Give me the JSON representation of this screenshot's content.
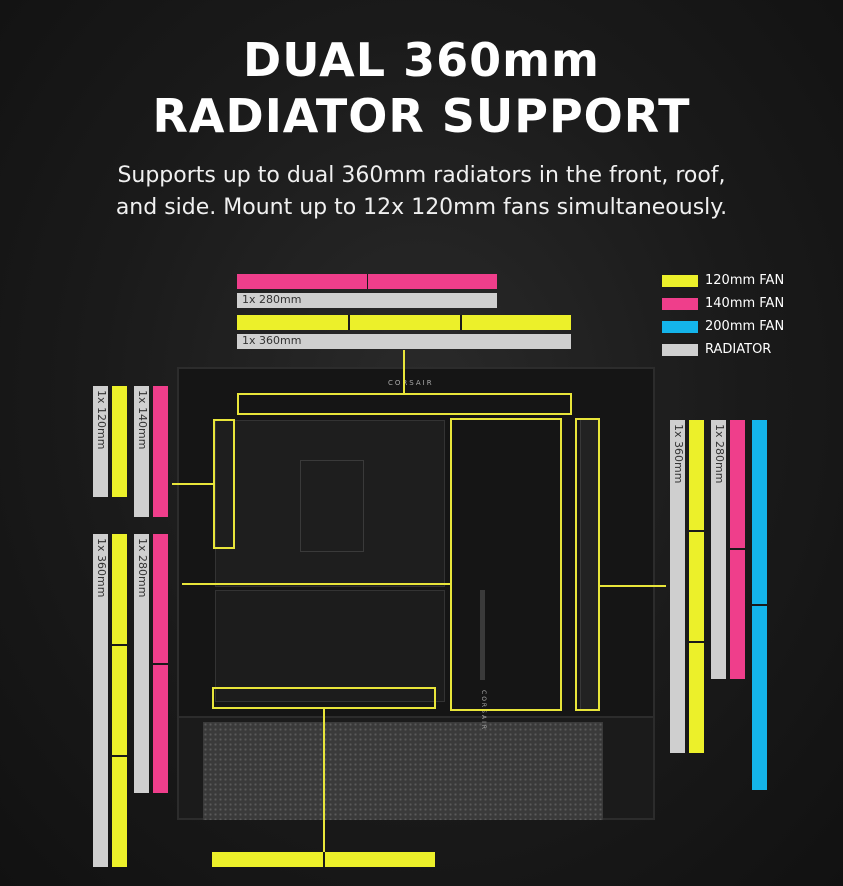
{
  "header": {
    "title_line1": "DUAL 360mm",
    "title_line2": "RADIATOR SUPPORT",
    "subtitle_line1": "Supports up to dual 360mm radiators in the front, roof,",
    "subtitle_line2": "and side. Mount up to 12x 120mm fans simultaneously."
  },
  "legend": {
    "items": [
      {
        "label": "120mm FAN",
        "color": "#ecf02a"
      },
      {
        "label": "140mm FAN",
        "color": "#ef3e8b"
      },
      {
        "label": "200mm FAN",
        "color": "#14b4ea"
      },
      {
        "label": "RADIATOR",
        "color": "#cfcfcf"
      }
    ]
  },
  "labels": {
    "top_280": "1x 280mm",
    "top_360": "1x 360mm",
    "left_120": "1x 120mm",
    "left_140": "1x 140mm",
    "left_360": "1x 360mm",
    "left_280": "1x 280mm",
    "right_360": "1x 360mm",
    "right_280": "1x 280mm"
  },
  "case": {
    "brand_top": "CORSAIR",
    "brand_side": "CORSAIR"
  },
  "colors": {
    "fan_120": "#ecf02a",
    "fan_140": "#ef3e8b",
    "fan_200": "#14b4ea",
    "radiator": "#cfcfcf",
    "callout": "#e8e53a"
  }
}
